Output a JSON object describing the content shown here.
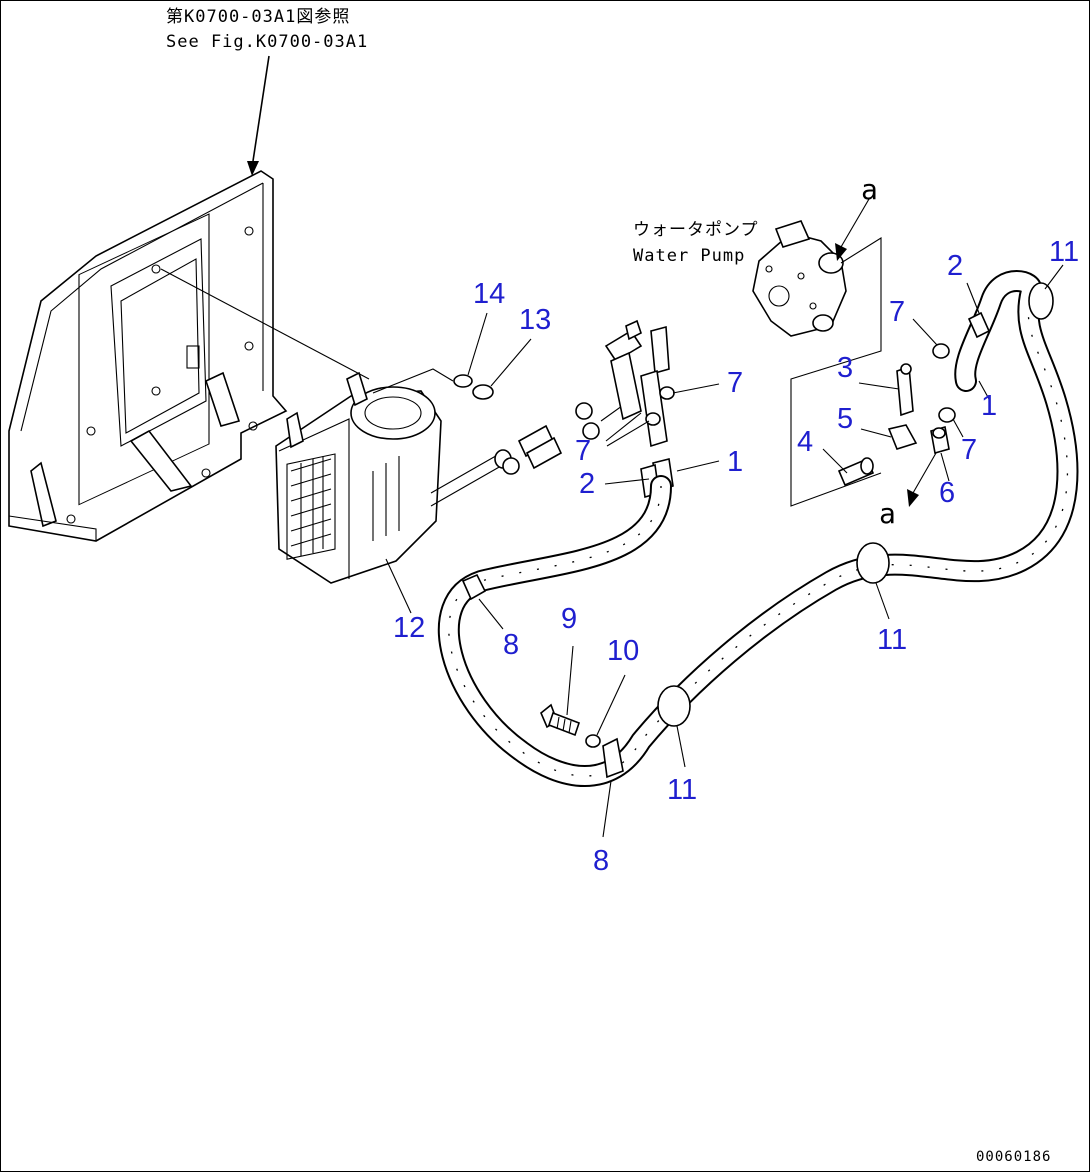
{
  "references": {
    "see_fig_jp": "第K0700-03A1図参照",
    "see_fig_en": "See Fig.K0700-03A1",
    "water_pump_jp": "ウォータポンプ",
    "water_pump_en": "Water Pump"
  },
  "callouts": {
    "c14": "14",
    "c13": "13",
    "c12": "12",
    "c7a": "7",
    "c7b": "7",
    "c7c": "7",
    "c7d": "7",
    "c2a": "2",
    "c2b": "2",
    "c1a": "1",
    "c1b": "1",
    "c3": "3",
    "c4": "4",
    "c5": "5",
    "c6": "6",
    "c8a": "8",
    "c8b": "8",
    "c9": "9",
    "c10": "10",
    "c11a": "11",
    "c11b": "11",
    "c11c": "11",
    "a_top": "a",
    "a_bottom": "a"
  },
  "drawing_number": "00060186",
  "colors": {
    "callout": "#1f1fcf",
    "line": "#000000",
    "background": "#ffffff"
  }
}
